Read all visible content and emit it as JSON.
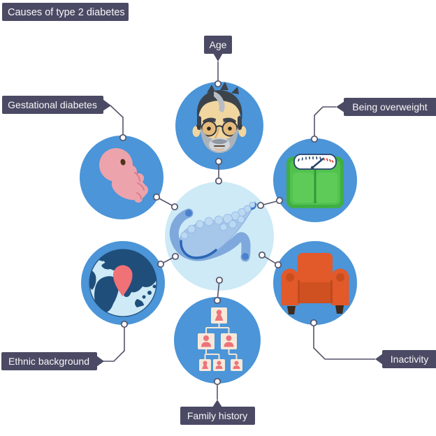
{
  "title": {
    "label": "Causes of type 2 diabetes"
  },
  "center": {
    "name": "pancreas",
    "icon": "pancreas-icon"
  },
  "causes": [
    {
      "id": "age",
      "label": "Age",
      "icon": "older-man-face-icon",
      "position": "top"
    },
    {
      "id": "gestational-diabetes",
      "label": "Gestational diabetes",
      "icon": "fetus-icon",
      "position": "top-left"
    },
    {
      "id": "being-overweight",
      "label": "Being overweight",
      "icon": "weighing-scale-icon",
      "position": "top-right"
    },
    {
      "id": "ethnic-background",
      "label": "Ethnic background",
      "icon": "globe-location-pin-icon",
      "position": "bottom-left"
    },
    {
      "id": "inactivity",
      "label": "Inactivity",
      "icon": "armchair-icon",
      "position": "bottom-right"
    },
    {
      "id": "family-history",
      "label": "Family history",
      "icon": "family-tree-icon",
      "position": "bottom"
    }
  ],
  "colors": {
    "label_background": "#4b4a64",
    "label_text": "#f7f7f9",
    "cause_circle_blue": "#4b95d8",
    "center_circle_pale_blue": "#cdeaf6",
    "connector": "#55546c",
    "scale_green": "#4cbb4a",
    "armchair_orange": "#e2592a",
    "fetus_pink": "#eda3ac",
    "family_coral": "#ed737a",
    "family_square_cream": "#f7e9da",
    "globe_ocean": "#cdeaf6",
    "globe_land_navy": "#1f4e7b",
    "pin_coral": "#f07176",
    "pancreas_blue": "#a6c6ea"
  }
}
